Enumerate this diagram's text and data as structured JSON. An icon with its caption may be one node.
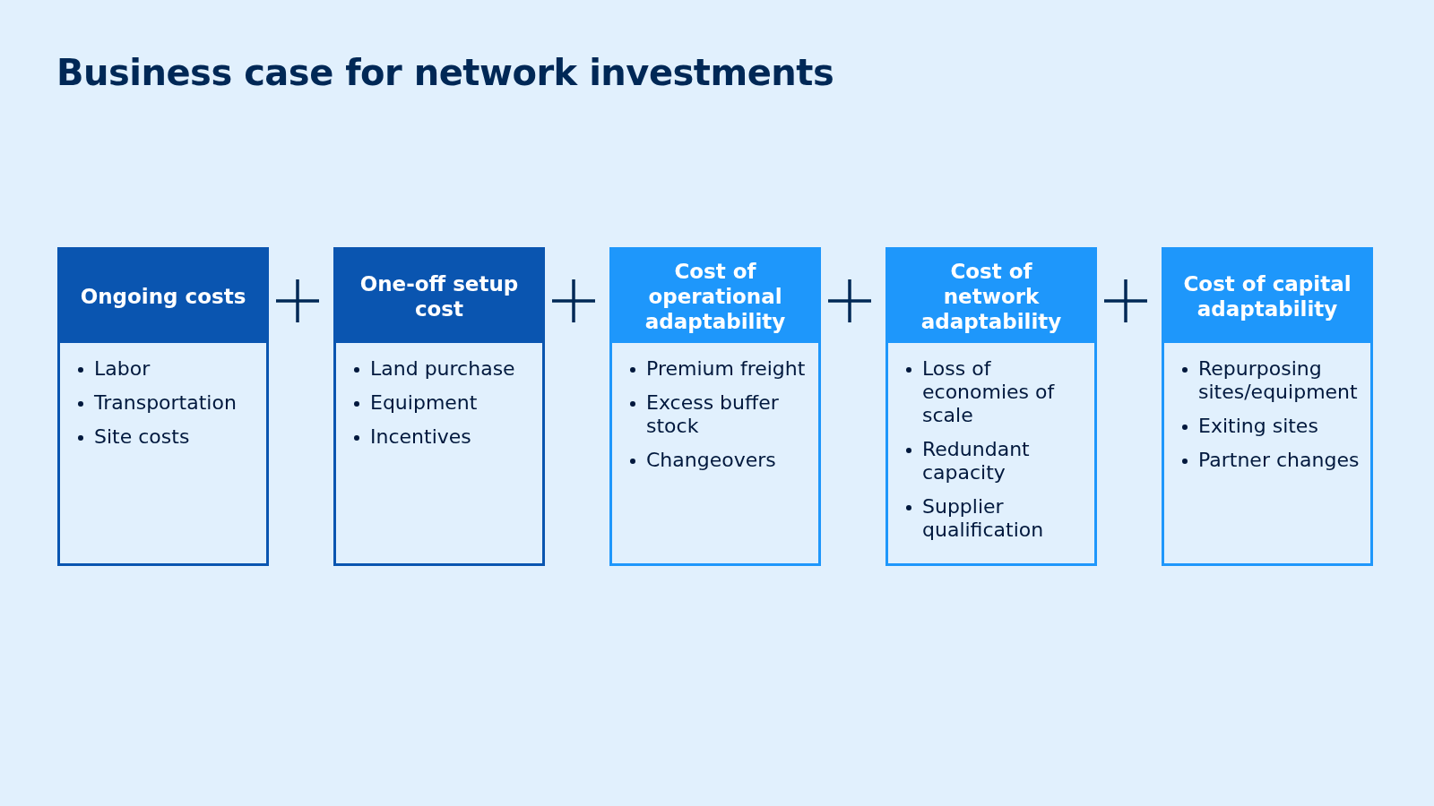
{
  "diagram": {
    "title": "Business case for network investments",
    "nodes": [
      {
        "text": [
          "Ongoing costs",
          "Labor",
          "Transportation",
          "Site costs"
        ]
      },
      {
        "text": [
          "One-off setup cost",
          "Land purchase",
          "Equipment",
          "Incentives"
        ]
      },
      {
        "text": [
          "Cost of operational adaptability",
          "Premium freight",
          "Excess buffer stock",
          "Changeovers"
        ]
      },
      {
        "text": [
          "Cost of network adaptability",
          "Loss of economies of scale",
          "Redundant capacity",
          "Supplier qualification"
        ]
      },
      {
        "text": [
          "Cost of capital adaptability",
          "Repurposing sites/equipment",
          "Exiting sites",
          "Partner changes"
        ]
      }
    ],
    "edges": []
  }
}
